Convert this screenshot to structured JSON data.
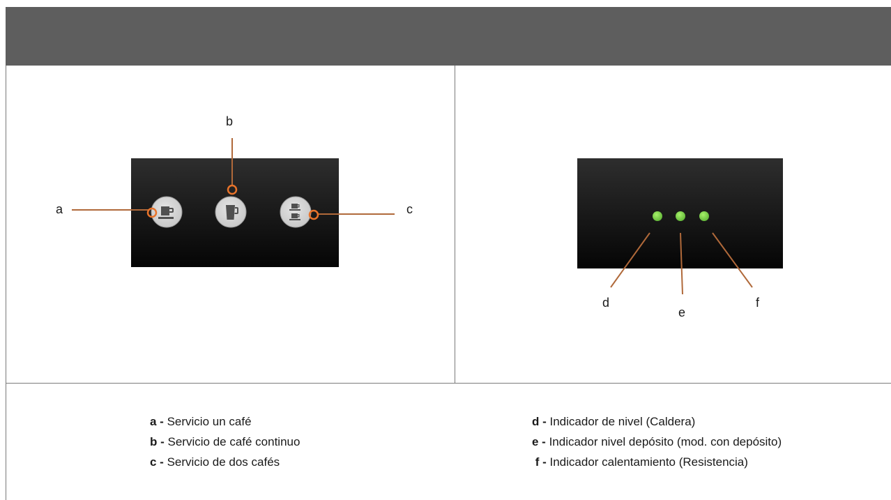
{
  "controls_panel": {
    "buttons": [
      {
        "key": "a",
        "icon": "single-cup-icon"
      },
      {
        "key": "b",
        "icon": "jug-icon"
      },
      {
        "key": "c",
        "icon": "two-cups-icon"
      }
    ]
  },
  "indicator_panel": {
    "leds": [
      {
        "key": "d",
        "color": "#7ed14a"
      },
      {
        "key": "e",
        "color": "#7ed14a"
      },
      {
        "key": "f",
        "color": "#7ed14a"
      }
    ]
  },
  "colors": {
    "header": "#5e5e5e",
    "callout_line": "#b0693a",
    "callout_ring": "#e8732a",
    "panel_top": "#2e2e2e",
    "panel_bottom": "#050505",
    "button_face": "#d9d9d9"
  },
  "legend": {
    "left": [
      {
        "key": "a -",
        "text": " Servicio un café"
      },
      {
        "key": "b -",
        "text": " Servicio de café continuo"
      },
      {
        "key": "c -",
        "text": " Servicio de dos cafés"
      }
    ],
    "right": [
      {
        "key": "d -",
        "text": " Indicador de nivel (Caldera)"
      },
      {
        "key": "e -",
        "text": " Indicador nivel depósito (mod. con depósito)"
      },
      {
        "key": " f -",
        "text": " Indicador calentamiento (Resistencia)"
      }
    ]
  }
}
